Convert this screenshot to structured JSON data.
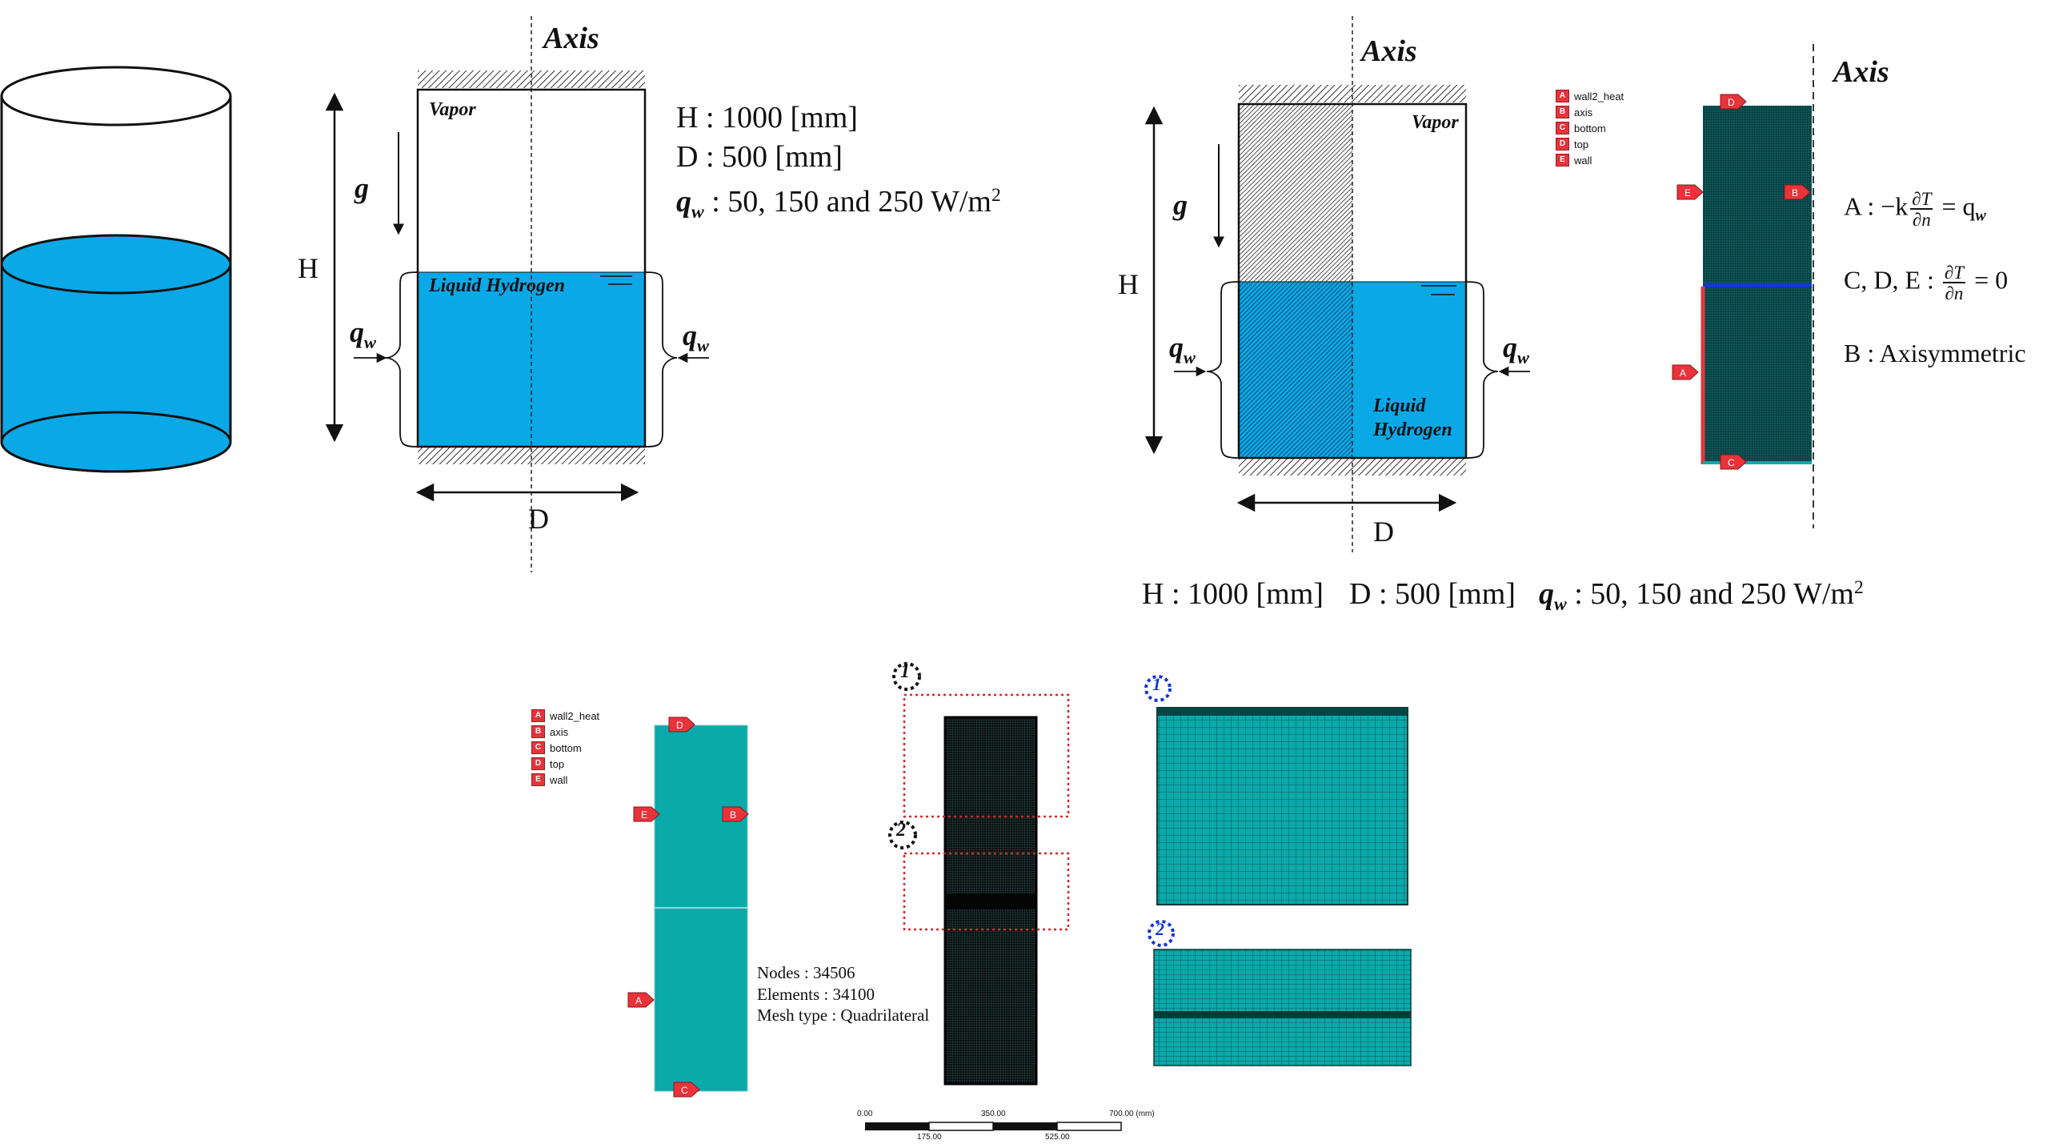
{
  "colors": {
    "liquid": "#0aa8e6",
    "mesh": "#0aa9aa",
    "mesh_dark": "#1b5f62",
    "marker": "#e8333a",
    "interface": "#1336d6",
    "zoom_box": "#d8262a",
    "zoom_badge_black": "#111111",
    "zoom_badge_blue": "#1336d6"
  },
  "panel_a": {
    "axis_label": "Axis",
    "vapor_label": "Vapor",
    "liquid_label": "Liquid Hydrogen",
    "g_label": "g",
    "h_label": "H",
    "d_label": "D",
    "qw_left": "q",
    "qw_right": "q",
    "qw_sub": "w",
    "specs": {
      "h_line": "H : 1000 [mm]",
      "d_line": "D : 500 [mm]",
      "q_prefix": "q",
      "q_sub": "w",
      "q_text": " : 50, 150 and 250 W/m",
      "q_sup": "2"
    }
  },
  "panel_b": {
    "axis_label": "Axis",
    "vapor_label": "Vapor",
    "liquid_label_1": "Liquid",
    "liquid_label_2": "Hydrogen",
    "g_label": "g",
    "h_label": "H",
    "d_label": "D",
    "qw_left": "q",
    "qw_right": "q",
    "qw_sub": "w",
    "specs": {
      "h_line": "H : 1000 [mm]",
      "d_line": "D : 500 [mm]",
      "q_prefix": "q",
      "q_sub": "w",
      "q_text": " : 50, 150 and 250 W/m",
      "q_sup": "2"
    }
  },
  "panel_c": {
    "axis_label": "Axis",
    "legend": [
      {
        "key": "A",
        "label": "wall2_heat"
      },
      {
        "key": "B",
        "label": "axis"
      },
      {
        "key": "C",
        "label": "bottom"
      },
      {
        "key": "D",
        "label": "top"
      },
      {
        "key": "E",
        "label": "wall"
      }
    ],
    "markers": [
      "D",
      "E",
      "B",
      "A",
      "C"
    ],
    "bc_a_prefix": "A : −k",
    "bc_a_suffix": " = q",
    "bc_a_sub": "w",
    "bc_cde_prefix": "C, D, E : ",
    "bc_cde_suffix": " = 0",
    "bc_b": "B : Axisymmetric",
    "frac_num": "∂T",
    "frac_den": "∂n"
  },
  "panel_d": {
    "legend": [
      {
        "key": "A",
        "label": "wall2_heat"
      },
      {
        "key": "B",
        "label": "axis"
      },
      {
        "key": "C",
        "label": "bottom"
      },
      {
        "key": "D",
        "label": "top"
      },
      {
        "key": "E",
        "label": "wall"
      }
    ],
    "markers": [
      "D",
      "E",
      "B",
      "A",
      "C"
    ],
    "mesh_info": {
      "nodes": "Nodes : 34506",
      "elements": "Elements : 34100",
      "mesh_type": "Mesh type : Quadrilateral"
    },
    "zoom_labels": [
      "1",
      "2"
    ],
    "scale_bar": {
      "ticks_top": [
        "0.00",
        "350.00",
        "700.00 (mm)"
      ],
      "ticks_bottom": [
        "175.00",
        "525.00"
      ]
    }
  }
}
